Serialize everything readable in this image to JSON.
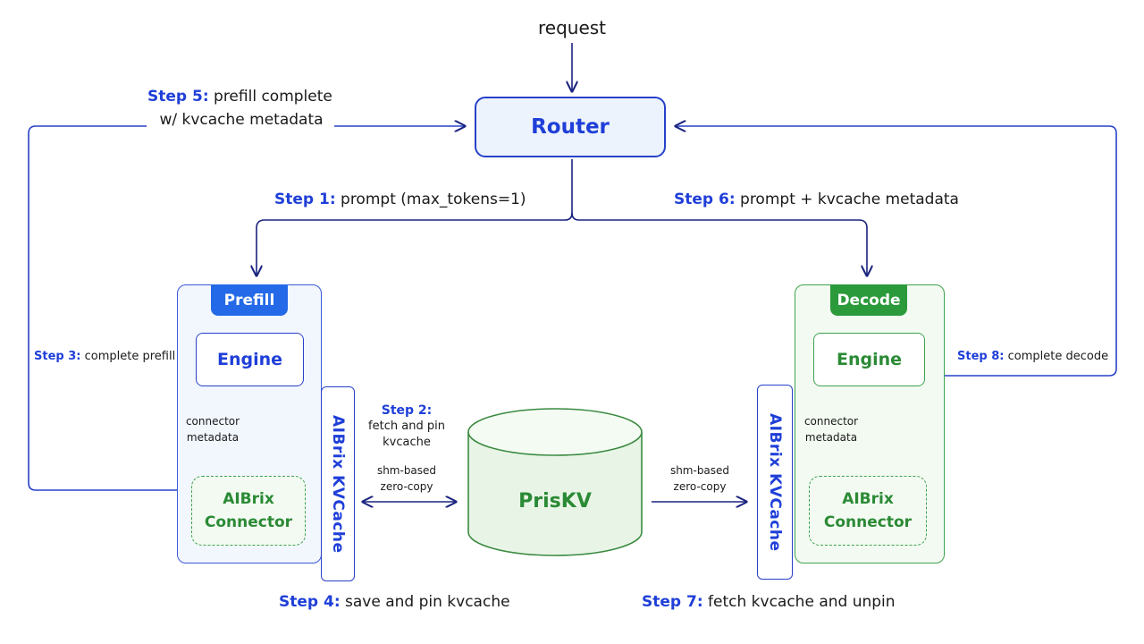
{
  "request": "request",
  "router": {
    "label": "Router"
  },
  "steps": {
    "s1": {
      "num": "Step 1:",
      "text": " prompt (max_tokens=1)"
    },
    "s2": {
      "num": "Step 2:",
      "line1": "fetch and pin",
      "line2": "kvcache"
    },
    "s3": {
      "num": "Step 3:",
      "text": " complete prefill"
    },
    "s4": {
      "num": "Step 4:",
      "text": " save and pin kvcache"
    },
    "s5": {
      "num": "Step 5:",
      "text": " prefill complete",
      "line2": "w/ kvcache metadata"
    },
    "s6": {
      "num": "Step 6:",
      "text": " prompt + kvcache metadata"
    },
    "s7": {
      "num": "Step 7:",
      "text": " fetch kvcache and unpin"
    },
    "s8": {
      "num": "Step 8:",
      "text": " complete decode"
    }
  },
  "prefill": {
    "tab": "Prefill",
    "engine": "Engine",
    "connector_metadata": [
      "connector",
      "metadata"
    ],
    "connector": [
      "AIBrix",
      "Connector"
    ],
    "kvcache": "AIBrix KVCache"
  },
  "decode": {
    "tab": "Decode",
    "engine": "Engine",
    "connector_metadata": [
      "connector",
      "metadata"
    ],
    "connector": [
      "AIBrix",
      "Connector"
    ],
    "kvcache": "AIBrix KVCache"
  },
  "priskv": "PrisKV",
  "shm_left": [
    "shm-based",
    "zero-copy"
  ],
  "shm_right": [
    "shm-based",
    "zero-copy"
  ],
  "colors": {
    "blue": "#1f3fd8",
    "green": "#2b8a35",
    "prefill_tab": "#2369e8",
    "decode_tab": "#2b9a3a",
    "router_fill": "#edf3fc"
  }
}
